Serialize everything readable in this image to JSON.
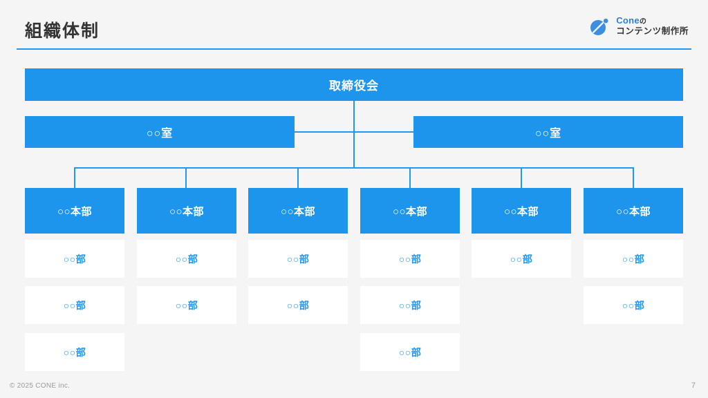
{
  "header": {
    "title": "組織体制",
    "logo": {
      "brand": "Cone",
      "particle": "の",
      "subtitle": "コンテンツ制作所"
    }
  },
  "footer": {
    "copyright": "© 2025 CONE inc.",
    "page_number": "7"
  },
  "colors": {
    "accent_blue": "#1e95ed",
    "line_blue": "#2196f3",
    "background": "#f5f5f5",
    "card_white": "#ffffff",
    "title_text": "#333333",
    "footer_text": "#9a9a9a"
  },
  "chart_data": {
    "type": "diagram",
    "title": "組織体制",
    "levels": [
      {
        "level": 1,
        "name": "executive",
        "nodes": [
          {
            "label": "取締役会",
            "style": "blue-filled"
          }
        ]
      },
      {
        "level": 2,
        "name": "offices",
        "nodes": [
          {
            "label": "○○室",
            "style": "blue-filled"
          },
          {
            "label": "○○室",
            "style": "blue-filled"
          }
        ]
      },
      {
        "level": 3,
        "name": "divisions",
        "nodes": [
          {
            "label": "○○本部",
            "style": "blue-filled"
          },
          {
            "label": "○○本部",
            "style": "blue-filled"
          },
          {
            "label": "○○本部",
            "style": "blue-filled"
          },
          {
            "label": "○○本部",
            "style": "blue-filled"
          },
          {
            "label": "○○本部",
            "style": "blue-filled"
          },
          {
            "label": "○○本部",
            "style": "blue-filled"
          }
        ]
      },
      {
        "level": 4,
        "name": "departments",
        "columns": [
          {
            "column": 1,
            "nodes": [
              {
                "label": "○○部"
              },
              {
                "label": "○○部"
              },
              {
                "label": "○○部"
              }
            ]
          },
          {
            "column": 2,
            "nodes": [
              {
                "label": "○○部"
              },
              {
                "label": "○○部"
              }
            ]
          },
          {
            "column": 3,
            "nodes": [
              {
                "label": "○○部"
              },
              {
                "label": "○○部"
              }
            ]
          },
          {
            "column": 4,
            "nodes": [
              {
                "label": "○○部"
              },
              {
                "label": "○○部"
              },
              {
                "label": "○○部"
              }
            ]
          },
          {
            "column": 5,
            "nodes": [
              {
                "label": "○○部"
              }
            ]
          },
          {
            "column": 6,
            "nodes": [
              {
                "label": "○○部"
              },
              {
                "label": "○○部"
              }
            ]
          }
        ]
      }
    ]
  },
  "nodes": {
    "exec": "取締役会",
    "office_left": "○○室",
    "office_right": "○○室",
    "div1": "○○本部",
    "div2": "○○本部",
    "div3": "○○本部",
    "div4": "○○本部",
    "div5": "○○本部",
    "div6": "○○本部",
    "c1r1": "○○部",
    "c1r2": "○○部",
    "c1r3": "○○部",
    "c2r1": "○○部",
    "c2r2": "○○部",
    "c3r1": "○○部",
    "c3r2": "○○部",
    "c4r1": "○○部",
    "c4r2": "○○部",
    "c4r3": "○○部",
    "c5r1": "○○部",
    "c6r1": "○○部",
    "c6r2": "○○部"
  }
}
